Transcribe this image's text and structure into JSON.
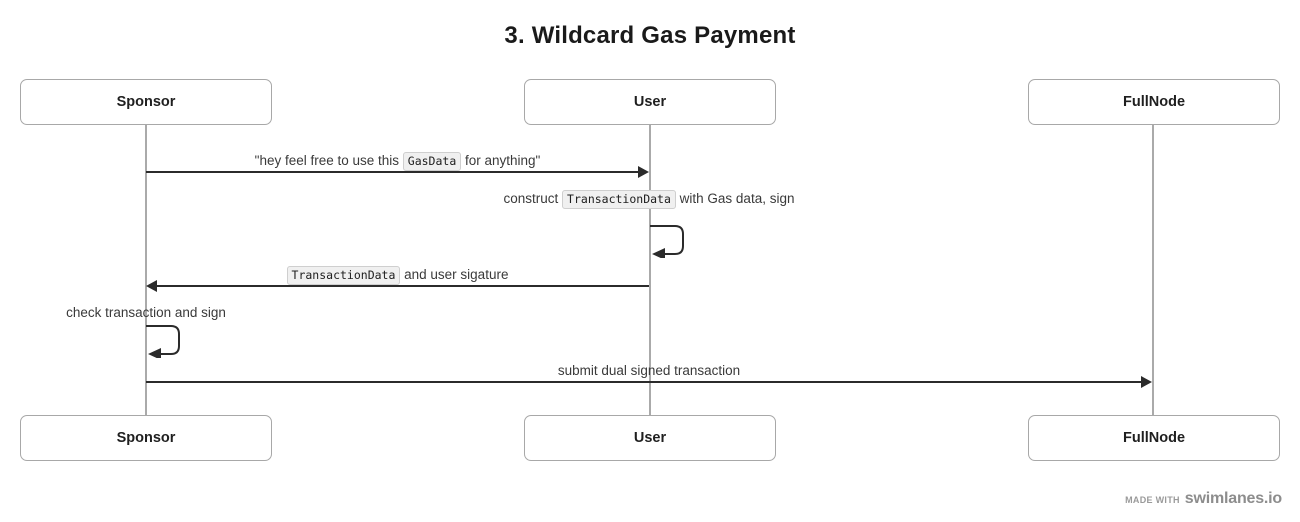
{
  "title": "3. Wildcard Gas Payment",
  "participants": [
    {
      "name": "Sponsor",
      "label": "Sponsor"
    },
    {
      "name": "User",
      "label": "User"
    },
    {
      "name": "FullNode",
      "label": "FullNode"
    }
  ],
  "messages": [
    {
      "id": "msg-gasdata",
      "kind": "arrow",
      "direction": "right",
      "from": "Sponsor",
      "to": "User",
      "text_before": "\"hey feel free to use this ",
      "code": "GasData",
      "text_after": " for anything\""
    },
    {
      "id": "msg-construct-transactiondata",
      "kind": "self",
      "from": "User",
      "to": "User",
      "text_before": "construct ",
      "code": "TransactionData",
      "text_after": " with Gas data, sign"
    },
    {
      "id": "msg-transactiondata-signature",
      "kind": "arrow",
      "direction": "left",
      "from": "User",
      "to": "Sponsor",
      "text_before": "",
      "code": "TransactionData",
      "text_after": " and user sigature"
    },
    {
      "id": "msg-check-transaction",
      "kind": "self",
      "from": "Sponsor",
      "to": "Sponsor",
      "text_before": "check transaction and sign",
      "code": "",
      "text_after": ""
    },
    {
      "id": "msg-submit-dual-signed",
      "kind": "arrow",
      "direction": "right",
      "from": "Sponsor",
      "to": "FullNode",
      "text_before": "submit dual signed transaction",
      "code": "",
      "text_after": ""
    }
  ],
  "footer": {
    "made_with": "Made with",
    "brand": "swimlanes.io"
  },
  "colors": {
    "line": "#2b2b2b",
    "lifeline": "#aaaaaa",
    "box_border": "#a8a8a8",
    "text": "#3a3a3a",
    "title": "#1a1a1a",
    "code_bg": "#f0f0f0",
    "footer": "#8d8d8d"
  }
}
